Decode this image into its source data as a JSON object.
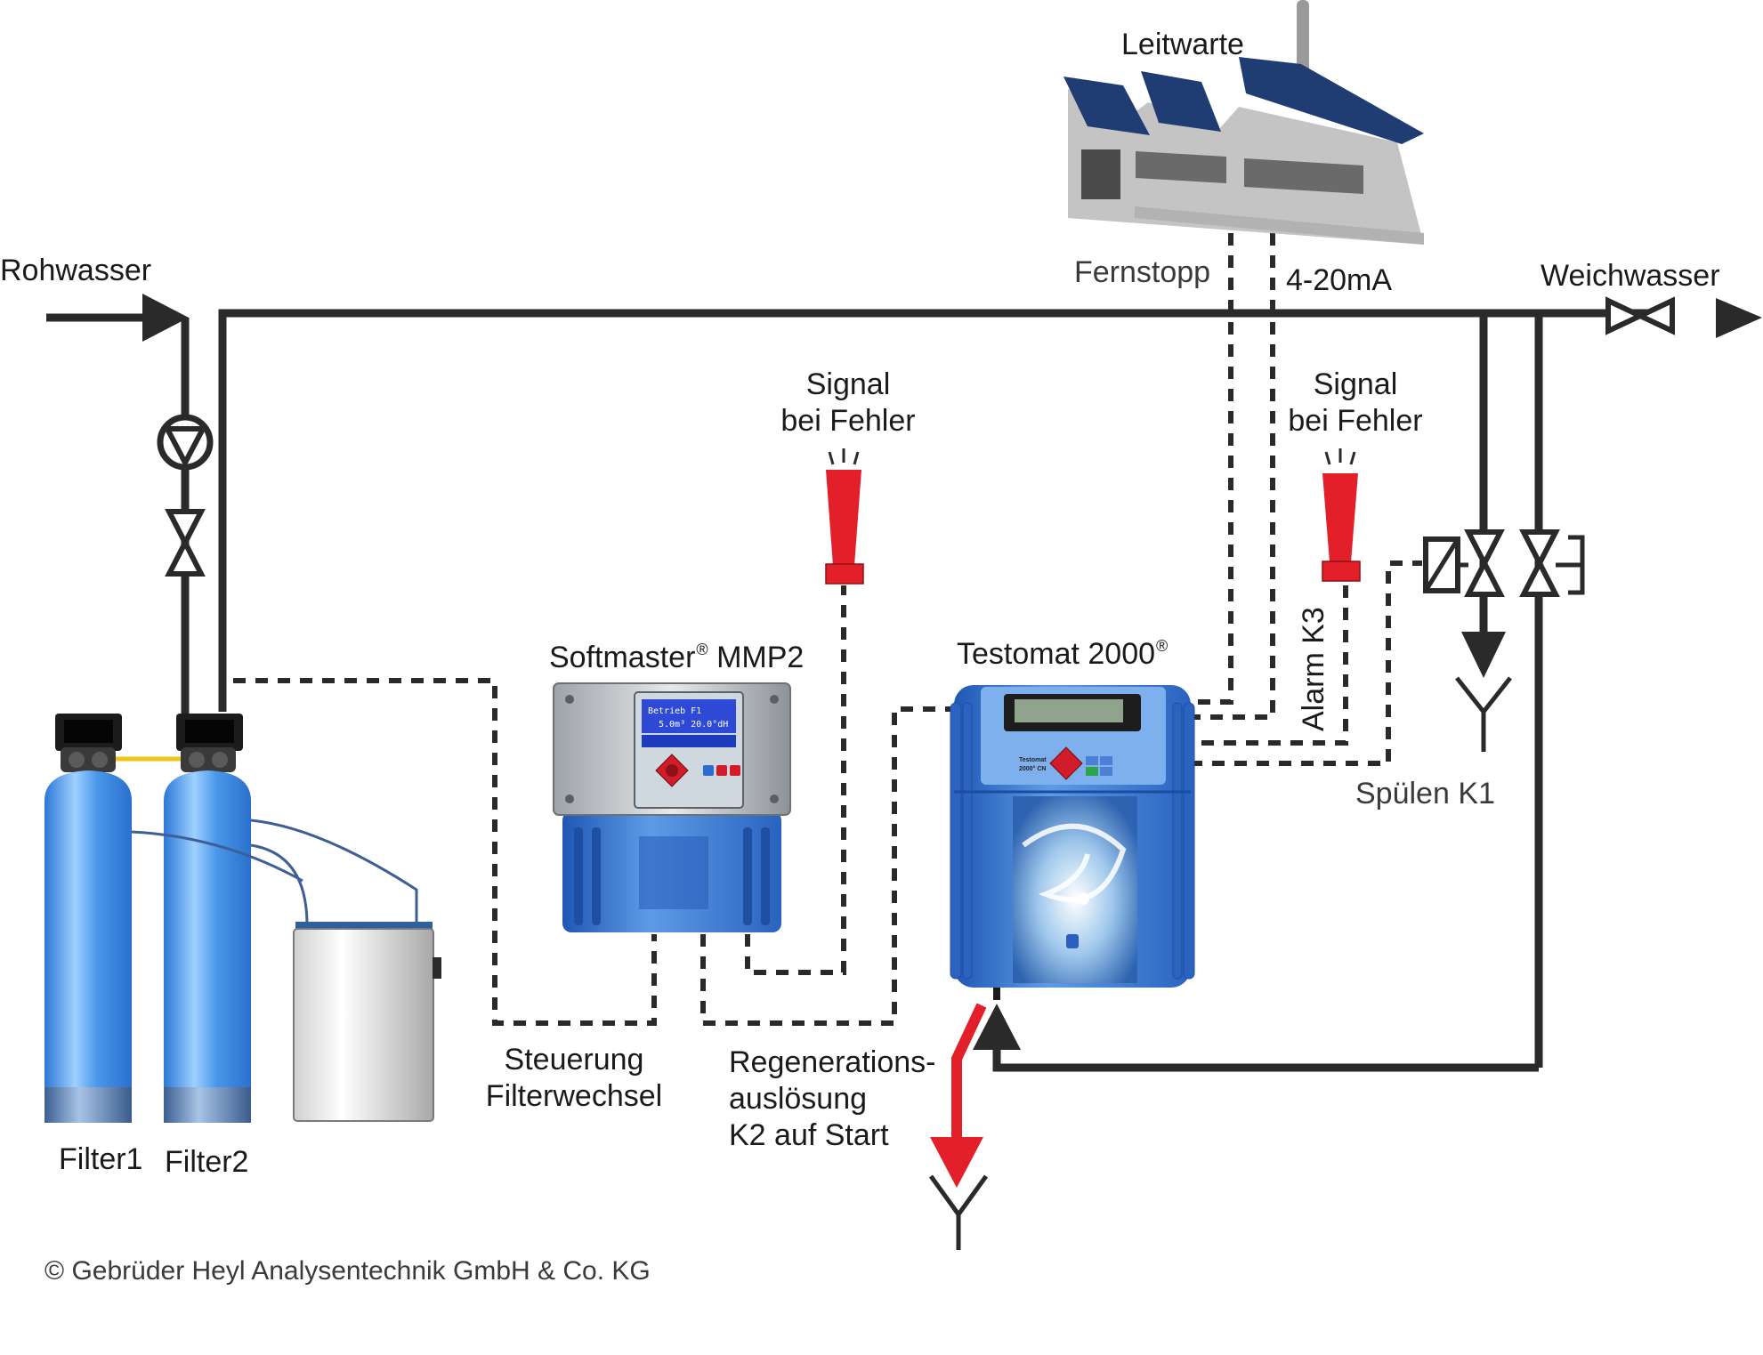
{
  "labels": {
    "leitwarte": "Leitwarte",
    "rohwasser": "Rohwasser",
    "weichwasser": "Weichwasser",
    "fernstopp": "Fernstopp",
    "analog_signal": "4-20mA",
    "signal1_line1": "Signal",
    "signal1_line2": "bei Fehler",
    "signal2_line1": "Signal",
    "signal2_line2": "bei Fehler",
    "softmaster_name": "Softmaster",
    "softmaster_model": "MMP2",
    "testomat_name": "Testomat 2000",
    "registered": "®",
    "alarm": "Alarm K3",
    "spuelen": "Spülen K1",
    "steuerung_line1": "Steuerung",
    "steuerung_line2": "Filterwechsel",
    "regen_line1": "Regenerations-",
    "regen_line2": "auslösung",
    "regen_line3": "K2 auf Start",
    "filter1": "Filter1",
    "filter2": "Filter2",
    "copyright": "© Gebrüder Heyl Analysentechnik GmbH & Co. KG"
  },
  "displays": {
    "softmaster_line1": "Betrieb F1",
    "softmaster_line2": "5.0m³ 20.0°dH",
    "testomat_brand": "Testomat",
    "testomat_model": "2000° CN"
  },
  "colors": {
    "pipe": "#2a2a2a",
    "signal_red": "#e3202a",
    "drain_red": "#e3202a",
    "filter_blue": "#3f8fe0",
    "device_blue": "#2f6fc9",
    "roof": "#1f3c73",
    "building": "#c4c4c4"
  }
}
